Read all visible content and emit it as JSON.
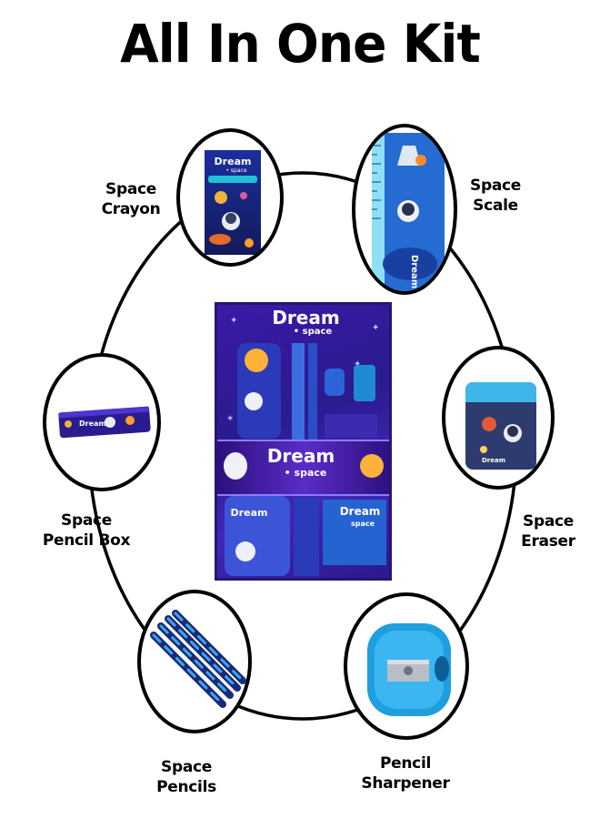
{
  "title": "All In One Kit",
  "items": [
    {
      "id": "crayon",
      "line1": "Space",
      "line2": "Crayon"
    },
    {
      "id": "scale",
      "line1": "Space",
      "line2": "Scale"
    },
    {
      "id": "pencil_box",
      "line1": "Space",
      "line2": "Pencil Box"
    },
    {
      "id": "eraser",
      "line1": "Space",
      "line2": "Eraser"
    },
    {
      "id": "pencils",
      "line1": "Space",
      "line2": "Pencils"
    },
    {
      "id": "sharpener",
      "line1": "Pencil",
      "line2": "Sharpener"
    }
  ],
  "kit": {
    "brand_top": "Dream",
    "brand_top_sub": "• space",
    "brand_band": "Dream",
    "brand_band_sub": "• space",
    "brand_small": "Dream",
    "brand_small_sub": "space"
  },
  "colors": {
    "kit_purple": "#3b1aa8",
    "product_blue": "#1f9fe0",
    "ring": "#000000"
  }
}
